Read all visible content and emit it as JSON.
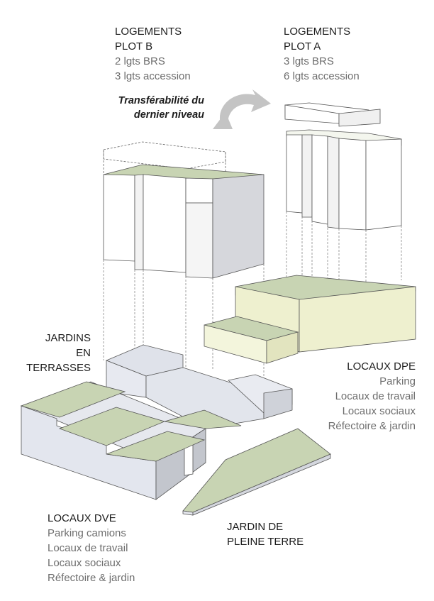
{
  "labels": {
    "plot_b": {
      "title": [
        "LOGEMENTS",
        "PLOT B"
      ],
      "items": [
        "2 lgts BRS",
        "3 lgts accession"
      ]
    },
    "plot_a": {
      "title": [
        "LOGEMENTS",
        "PLOT A"
      ],
      "items": [
        "3 lgts BRS",
        "6 lgts accession"
      ]
    },
    "transfer": [
      "Transférabilité du",
      "dernier niveau"
    ],
    "jardins_terrasses": [
      "JARDINS",
      "EN",
      "TERRASSES"
    ],
    "locaux_dpe": {
      "title": "LOCAUX DPE",
      "items": [
        "Parking",
        "Locaux de travail",
        "Locaux sociaux",
        "Réfectoire & jardin"
      ]
    },
    "locaux_dve": {
      "title": "LOCAUX DVE",
      "items": [
        "Parking camions",
        "Locaux de travail",
        "Locaux sociaux",
        "Réfectoire & jardin"
      ]
    },
    "jardin_pleine_terre": [
      "JARDIN DE",
      "PLEINE TERRE"
    ]
  },
  "colors": {
    "green_roof": "#c8d4b3",
    "yellow_block": "#eef0cf",
    "grey_light": "#e4e7ee",
    "grey_mid": "#d0d3da",
    "grey_dark": "#b9bcc3",
    "white_block": "#ffffff",
    "stroke": "#555555",
    "arrow": "#c4c4c4"
  }
}
